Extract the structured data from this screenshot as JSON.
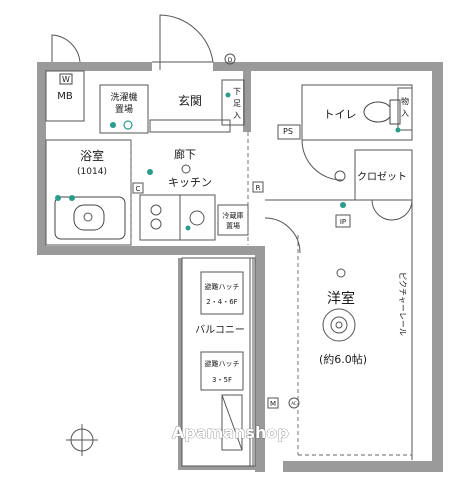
{
  "rooms": {
    "mb": "MB",
    "laundry_l1": "洗濯機",
    "laundry_l2": "置場",
    "entrance": "玄関",
    "shoe_l1": "下",
    "shoe_l2": "足",
    "shoe_l3": "入",
    "toilet": "トイレ",
    "storage_l1": "物",
    "storage_l2": "入",
    "ps": "PS",
    "bath": "浴室",
    "bath_size": "(1014)",
    "hallway": "廊下",
    "kitchen": "キッチン",
    "closet": "クロゼット",
    "fridge_l1": "冷蔵庫",
    "fridge_l2": "置場",
    "western_room": "洋室",
    "room_size": "(約6.0帖)",
    "picture_rail": "ピクチャーレール",
    "balcony": "バルコニー",
    "hatch_upper_l1": "避難ハッチ",
    "hatch_upper_l2": "2・4・6F",
    "hatch_lower_l1": "避難ハッチ",
    "hatch_lower_l2": "3・5F"
  },
  "symbols": {
    "w": "W",
    "d": "D",
    "c": "C",
    "r": "R",
    "ip": "IP",
    "m": "M",
    "ac": "AC"
  },
  "watermark": "Apamanshop"
}
